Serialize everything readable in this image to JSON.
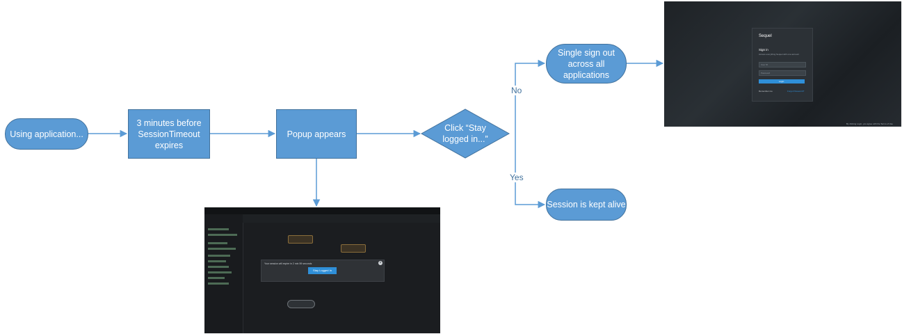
{
  "nodes": {
    "start": "Using application...",
    "timeout": "3 minutes before SessionTimeout expires",
    "popup": "Popup appears",
    "decision": "Click “Stay logged in...”",
    "signout": "Single sign out across all applications",
    "alive": "Session is kept alive"
  },
  "edges": {
    "no": "No",
    "yes": "Yes"
  },
  "login_screenshot": {
    "brand": "Sequel",
    "heading": "Sign in",
    "subtitle": "Access everything Sequel with one account",
    "user_placeholder": "User ID",
    "password_placeholder": "Password",
    "login_button": "Login",
    "remember": "Remember me",
    "forgot": "Forgot Password?",
    "footer": "By clicking Login, you agree with the Terms of Use"
  },
  "popup_screenshot": {
    "message": "Your session will expire in 2 min 59 seconds",
    "stay_button": "Stay Logged In",
    "close_glyph": "×"
  },
  "colors": {
    "node_fill": "#5b9bd5",
    "node_border": "#41719c",
    "arrow": "#5b9bd5"
  }
}
